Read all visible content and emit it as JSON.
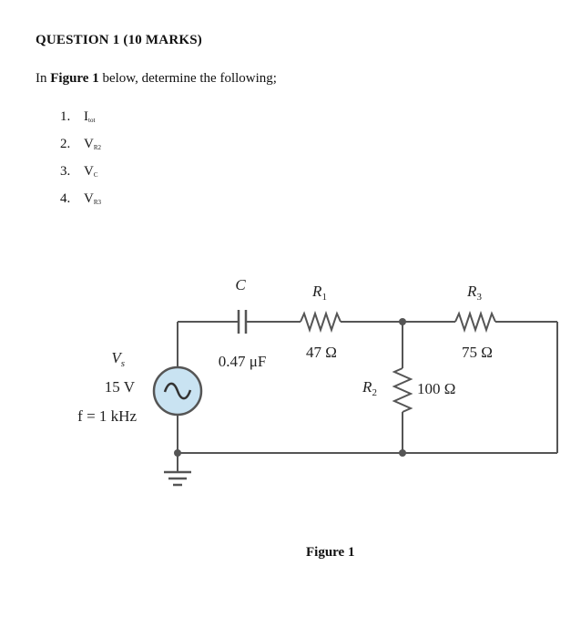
{
  "question": {
    "heading": "QUESTION 1 (10 MARKS)",
    "intro_pre": "In ",
    "intro_bold": "Figure 1",
    "intro_post": " below, determine the following;",
    "items": [
      {
        "num": "1.",
        "main": "I",
        "sub": "tot"
      },
      {
        "num": "2.",
        "main": "V",
        "sub": "R2"
      },
      {
        "num": "3.",
        "main": "V",
        "sub": "C"
      },
      {
        "num": "4.",
        "main": "V",
        "sub": "R3"
      }
    ]
  },
  "circuit": {
    "capacitor": {
      "name": "C",
      "value": "0.47 μF"
    },
    "r1": {
      "name": "R",
      "sub": "1",
      "value": "47 Ω"
    },
    "r2": {
      "name": "R",
      "sub": "2",
      "value": "100 Ω"
    },
    "r3": {
      "name": "R",
      "sub": "3",
      "value": "75 Ω"
    },
    "source": {
      "name": "V",
      "sub": "s",
      "voltage": "15 V",
      "frequency": "f = 1 kHz"
    },
    "source_color": "#c9e3f2",
    "wire_color": "#555555"
  },
  "figure_caption": "Figure 1"
}
